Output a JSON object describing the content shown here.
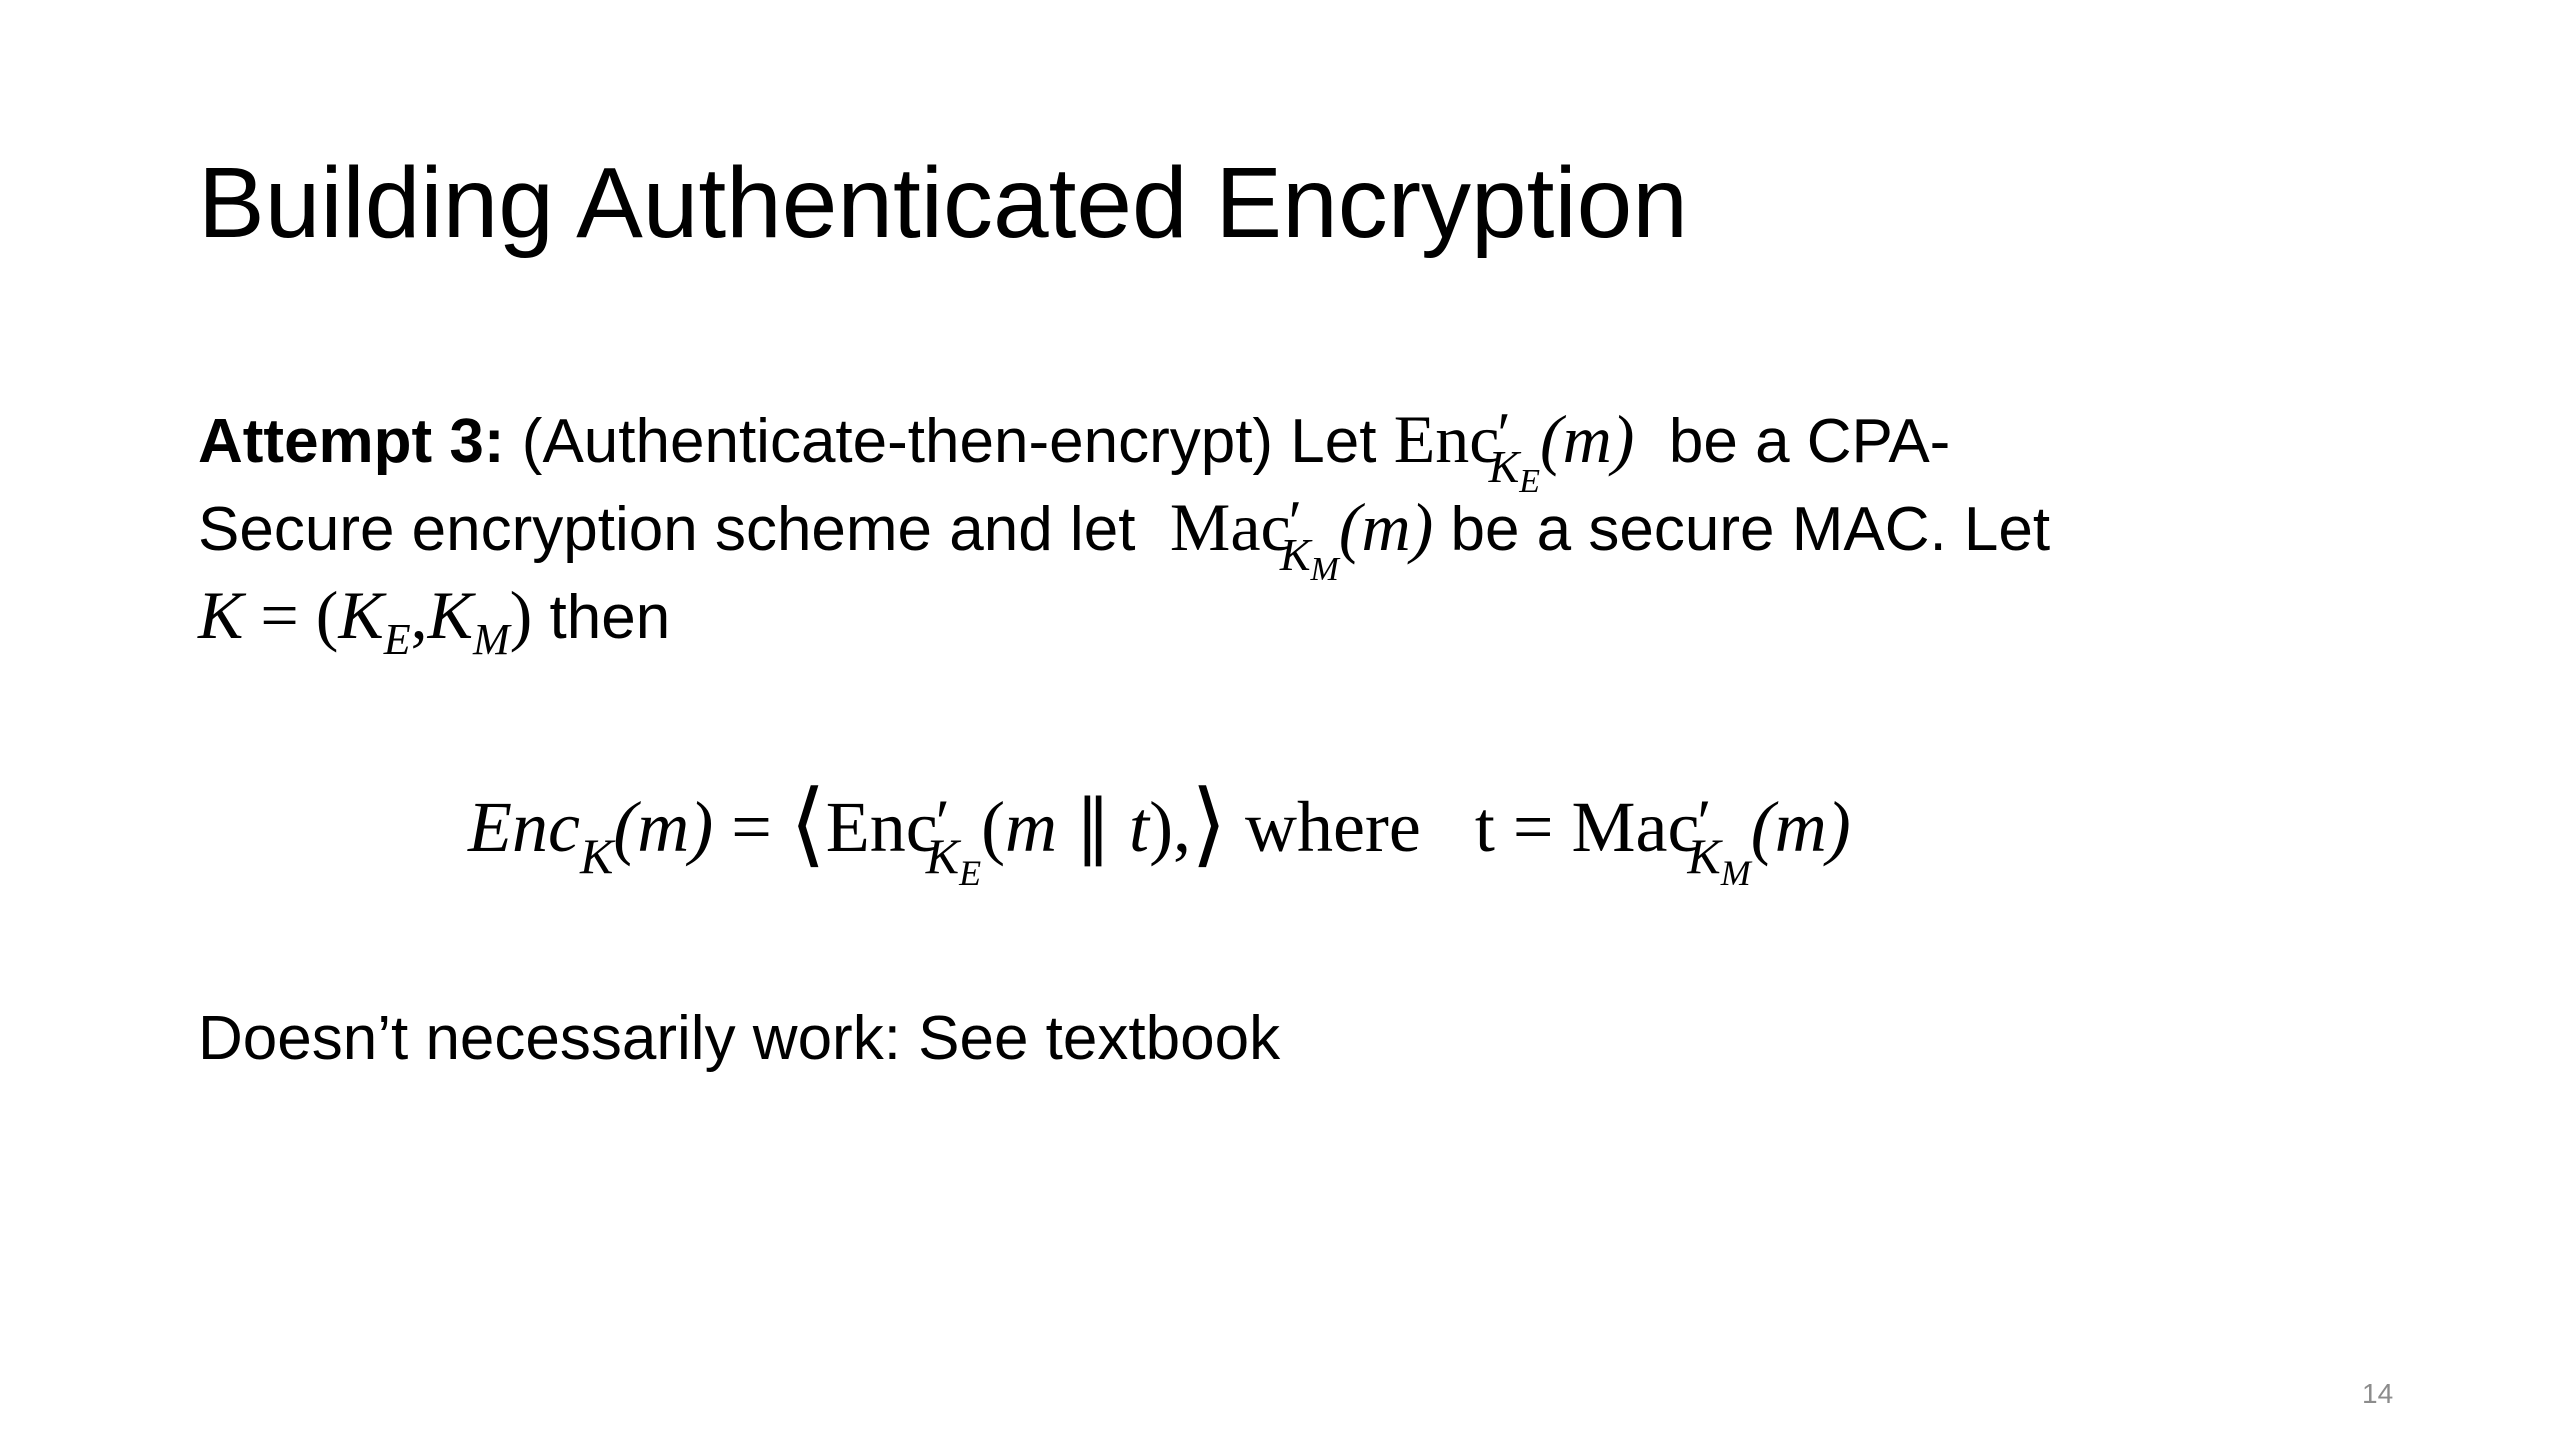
{
  "slide": {
    "title": "Building Authenticated Encryption",
    "attempt": {
      "label": "Attempt 3:",
      "intro": "(Authenticate-then-encrypt) Let",
      "enc_name": "Enc",
      "prime": "′",
      "key_letter": "K",
      "enc_key_sub": "E",
      "mac_key_sub": "M",
      "arg": "(m)",
      "after_enc": "be a CPA-",
      "line2_start": "Secure encryption scheme and let",
      "mac_name": "Mac",
      "after_mac": "be a secure MAC. Let",
      "key_def_lhs": "K",
      "key_def_eq": "=",
      "key_def_open": "(",
      "key_def_comma": ",",
      "key_def_close": ")",
      "then": "then"
    },
    "formula": {
      "enc_lhs": "Enc",
      "lhs_sub": "K",
      "lhs_arg": "(m)",
      "equals": "=",
      "open_angle": "⟨",
      "inner_open": "(",
      "inner_m": "m",
      "concat": "∥",
      "inner_t": "t",
      "inner_close": "),",
      "close_angle": "⟩",
      "where": "where",
      "t_var": "t",
      "t_equals": "="
    },
    "note": "Doesn’t necessarily work: See textbook",
    "page_number": "14"
  }
}
